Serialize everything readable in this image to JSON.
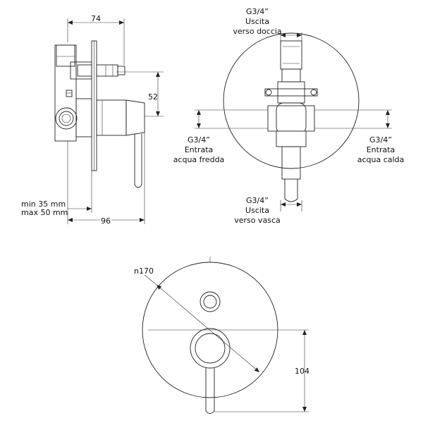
{
  "dimensions": {
    "side_width": "74",
    "side_height": "52",
    "wall_min": "min 35 mm",
    "wall_max": "max 50 mm",
    "overall_depth": "96",
    "plate_diameter": "n170",
    "lever_offset": "104"
  },
  "ports": {
    "top": {
      "thread": "G3/4”",
      "line1": "Uscita",
      "line2": "verso doccia"
    },
    "left": {
      "thread": "G3/4”",
      "line1": "Entrata",
      "line2": "acqua fredda"
    },
    "right": {
      "thread": "G3/4”",
      "line1": "Entrata",
      "line2": "acqua calda"
    },
    "bottom": {
      "thread": "G3/4”",
      "line1": "Uscita",
      "line2": "verso vasca"
    }
  }
}
